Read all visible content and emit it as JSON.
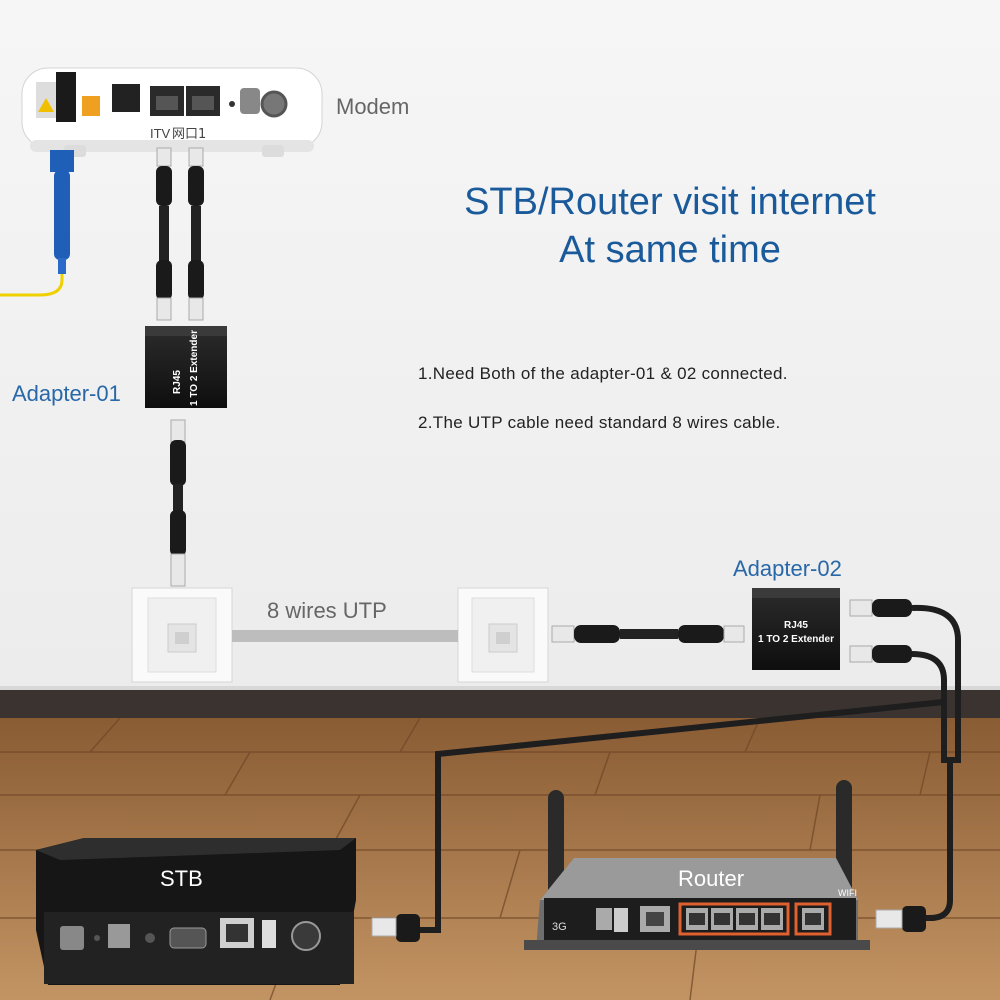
{
  "title": {
    "line1": "STB/Router visit internet",
    "line2": "At same time"
  },
  "notes": [
    "1.Need Both of the adapter-01 & 02 connected.",
    "2.The UTP cable need standard 8 wires cable."
  ],
  "labels": {
    "modem": "Modem",
    "adapter01": "Adapter-01",
    "adapter02": "Adapter-02",
    "utp": "8 wires UTP",
    "stb": "STB",
    "router": "Router"
  },
  "modem_ports": {
    "itv": "ITV",
    "lan1": "网口1"
  },
  "adapter_text": {
    "line1": "RJ45",
    "line2": "1 TO 2  Extender"
  },
  "router_badges": {
    "wifi": "WIFI",
    "band": "3G"
  },
  "colors": {
    "title": "#1a5a9a",
    "label_blue": "#2868a8",
    "wall": "#f2f2f2",
    "floor": "#a8784a",
    "baseboard": "#3a3330",
    "fiber": "#f0d000",
    "router_ports": "#e06030"
  }
}
